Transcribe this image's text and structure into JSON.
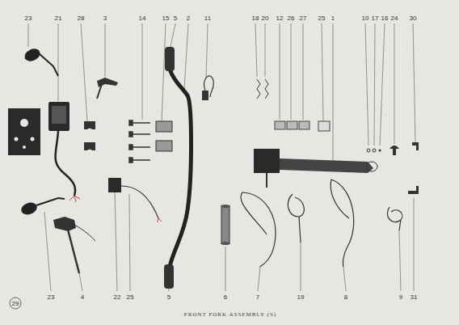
{
  "diagram": {
    "caption": "FRONT FORK ASSEMBLY (S)",
    "labels": [
      "23",
      "21",
      "28",
      "3",
      "14",
      "15",
      "5",
      "2",
      "11",
      "18",
      "20",
      "12",
      "26",
      "27",
      "25",
      "1",
      "10",
      "17",
      "16",
      "24",
      "30",
      "29",
      "23",
      "4",
      "22",
      "25",
      "5",
      "6",
      "7",
      "19",
      "8",
      "9",
      "31"
    ]
  }
}
